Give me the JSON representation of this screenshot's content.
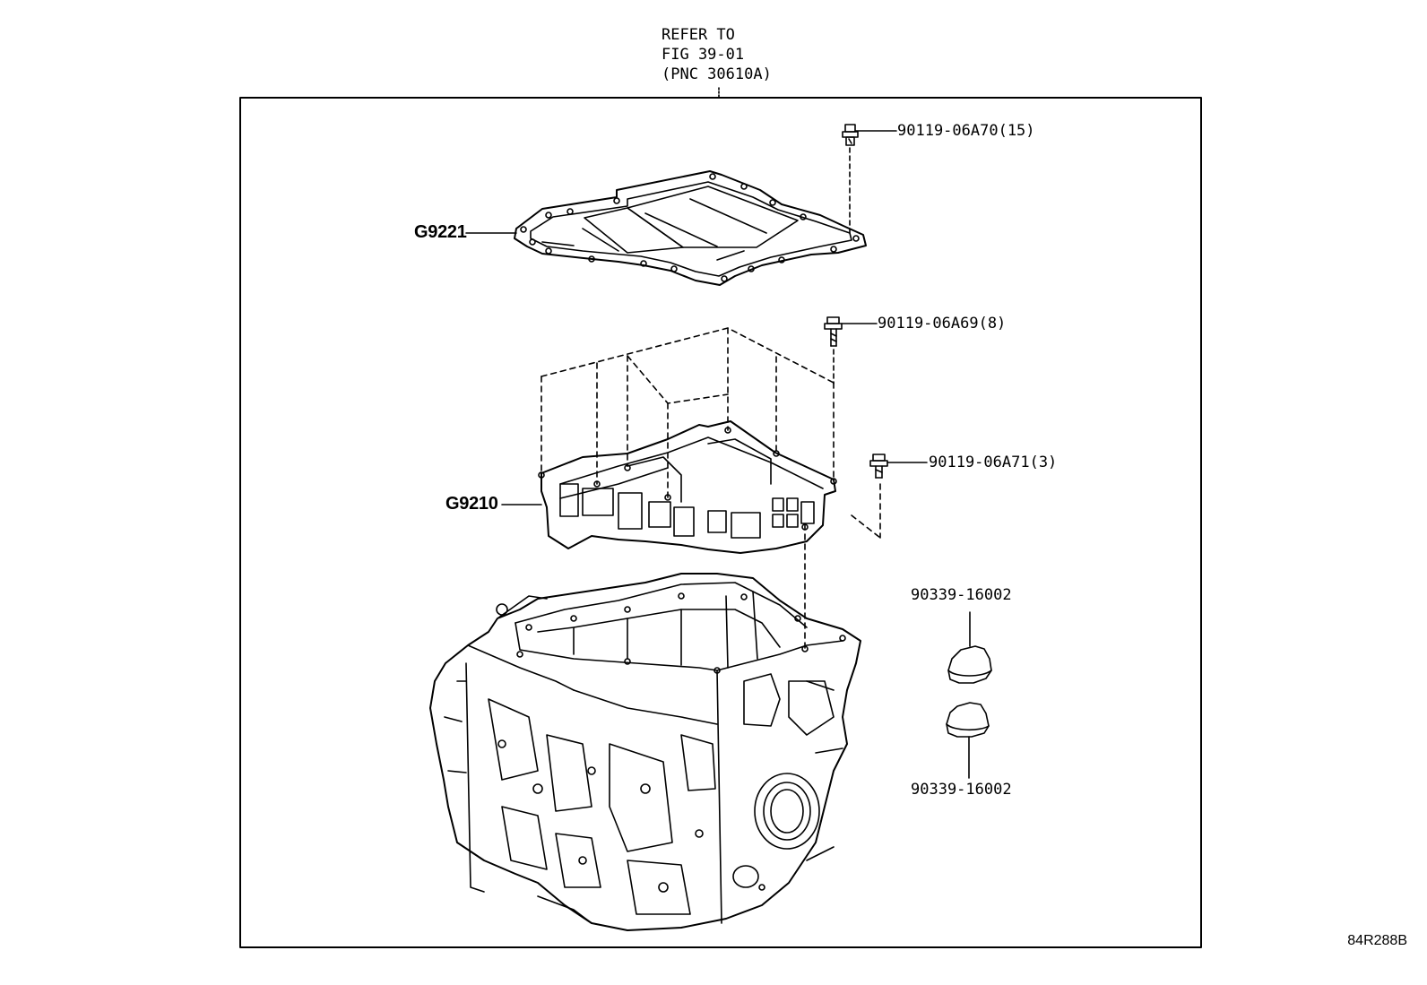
{
  "refer": {
    "line1": "REFER TO",
    "line2": "FIG 39-01",
    "line3": "(PNC 30610A)"
  },
  "parts": {
    "oil_pan": "G9221",
    "valve_body": "G9210",
    "bolt_a": "90119-06A70(15)",
    "bolt_b": "90119-06A69(8)",
    "bolt_c": "90119-06A71(3)",
    "plug_top": "90339-16002",
    "plug_bottom": "90339-16002"
  },
  "figure_id": "84R288B"
}
